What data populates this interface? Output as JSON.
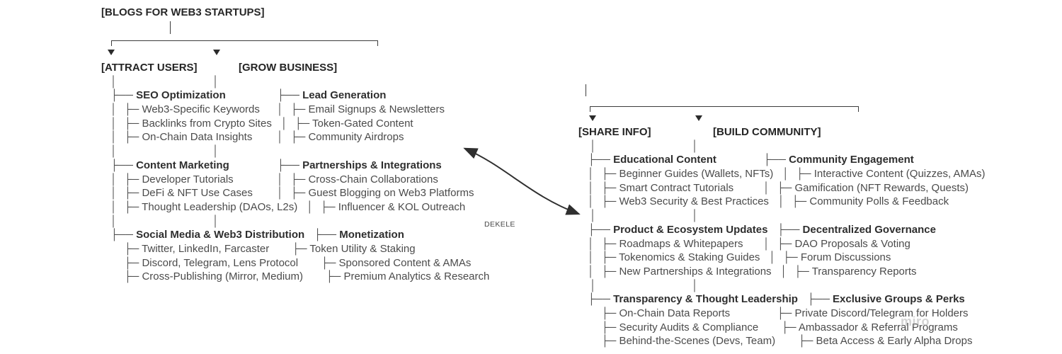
{
  "canvas": {
    "background": "#ffffff"
  },
  "glyphs": {
    "section_prefix": "├── ",
    "item_prefix": "├─ ",
    "pipe": "│",
    "down_arrow": "▼"
  },
  "colors": {
    "text": "#4b4b4b",
    "bold_text": "#2e2e2e",
    "line": "#3c3c3c",
    "watermark": "#a9a9a9"
  },
  "connector": {
    "label": "DEKELE"
  },
  "watermark": {
    "text": "miro"
  },
  "left_map": {
    "title": "[BLOGS FOR WEB3 STARTUPS]",
    "branch_labels": [
      "[ATTRACT USERS]",
      "[GROW BUSINESS]"
    ],
    "columns": [
      {
        "sections": [
          {
            "title": "SEO Optimization",
            "items": [
              "Web3-Specific Keywords",
              "Backlinks from Crypto Sites",
              "On-Chain Data Insights"
            ]
          },
          {
            "title": "Content Marketing",
            "items": [
              "Developer Tutorials",
              "DeFi & NFT Use Cases",
              "Thought Leadership (DAOs, L2s)"
            ]
          },
          {
            "title": "Social Media & Web3 Distribution",
            "items": [
              "Twitter, LinkedIn, Farcaster",
              "Discord, Telegram, Lens Protocol",
              "Cross-Publishing (Mirror, Medium)"
            ]
          }
        ]
      },
      {
        "sections": [
          {
            "title": "Lead Generation",
            "items": [
              "Email Signups & Newsletters",
              "Token-Gated Content",
              "Community Airdrops"
            ]
          },
          {
            "title": "Partnerships & Integrations",
            "items": [
              "Cross-Chain Collaborations",
              "Guest Blogging on Web3 Platforms",
              "Influencer & KOL Outreach"
            ]
          },
          {
            "title": "Monetization",
            "items": [
              "Token Utility & Staking",
              "Sponsored Content & AMAs",
              "Premium Analytics & Research"
            ]
          }
        ]
      }
    ]
  },
  "right_map": {
    "branch_labels": [
      "[SHARE INFO]",
      "[BUILD COMMUNITY]"
    ],
    "columns": [
      {
        "sections": [
          {
            "title": "Educational Content",
            "items": [
              "Beginner Guides (Wallets, NFTs)",
              "Smart Contract Tutorials",
              "Web3 Security & Best Practices"
            ]
          },
          {
            "title": "Product & Ecosystem Updates",
            "items": [
              "Roadmaps & Whitepapers",
              "Tokenomics & Staking Guides",
              "New Partnerships & Integrations"
            ]
          },
          {
            "title": "Transparency & Thought Leadership",
            "items": [
              "On-Chain Data Reports",
              "Security Audits & Compliance",
              "Behind-the-Scenes (Devs, Team)"
            ]
          }
        ]
      },
      {
        "sections": [
          {
            "title": "Community Engagement",
            "items": [
              "Interactive Content (Quizzes, AMAs)",
              "Gamification (NFT Rewards, Quests)",
              "Community Polls & Feedback"
            ]
          },
          {
            "title": "Decentralized Governance",
            "items": [
              "DAO Proposals & Voting",
              "Forum Discussions",
              "Transparency Reports"
            ]
          },
          {
            "title": "Exclusive Groups & Perks",
            "items": [
              "Private Discord/Telegram for Holders",
              "Ambassador & Referral Programs",
              "Beta Access & Early Alpha Drops"
            ]
          }
        ]
      }
    ]
  }
}
